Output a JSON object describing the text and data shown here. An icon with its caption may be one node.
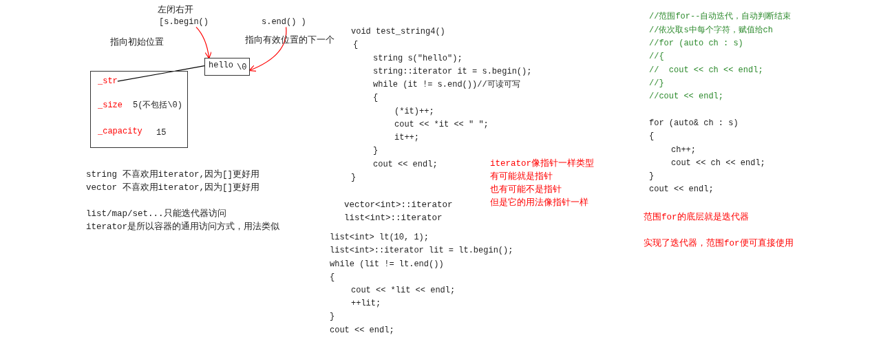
{
  "diagram": {
    "nodes": [
      {
        "text": [
          "_size",
          "5(不包括\\0)",
          "_capacity",
          "15"
        ]
      },
      {
        "text": [
          "_str"
        ],
        "in": 0
      },
      {
        "text": [
          "hello",
          "\\0"
        ]
      },
      {
        "text": [
          "[s.begin()"
        ]
      },
      {
        "text": [
          "s.end() )"
        ]
      }
    ],
    "edges": [
      {
        "from": 1,
        "to": 2,
        "arrow": "none",
        "color": "#000000"
      },
      {
        "from": 3,
        "to": 2,
        "arrow": "to",
        "color": "#ff0000"
      },
      {
        "from": 4,
        "to": 2,
        "arrow": "to",
        "color": "#ff0000"
      }
    ],
    "labels": [
      "左闭右开",
      "指向初始位置",
      "指向有效位置的下一个",
      "void test_string4()",
      "{",
      "string s(\"hello\");",
      "string::iterator it = s.begin();",
      "while (it != s.end())//可读可写",
      "{",
      "(*it)++;",
      "cout << *it << \" \";",
      "it++;",
      "}",
      "cout << endl;",
      "}",
      "iterator像指针一样类型",
      "有可能就是指针",
      "也有可能不是指针",
      "但是它的用法像指针一样",
      "string 不喜欢用iterator,因为[]更好用",
      "vector 不喜欢用iterator,因为[]更好用",
      "list/map/set...只能迭代器访问",
      "iterator是所以容器的通用访问方式，用法类似",
      "vector<int>::iterator",
      "list<int>::iterator",
      "list<int> lt(10, 1);",
      "list<int>::iterator lit = lt.begin();",
      "while (lit != lt.end())",
      "{",
      "cout << *lit << endl;",
      "++lit;",
      "}",
      "cout << endl;",
      "//范围for--自动迭代，自动判断结束",
      "//依次取s中每个字符，赋值给ch",
      "//for (auto ch : s)",
      "//{",
      "//  cout << ch << endl;",
      "//}",
      "//cout << endl;",
      "for (auto& ch : s)",
      "{",
      "ch++;",
      "cout << ch << endl;",
      "}",
      "cout << endl;",
      "范围for的底层就是迭代器",
      "实现了迭代器，范围for便可直接使用"
    ]
  }
}
